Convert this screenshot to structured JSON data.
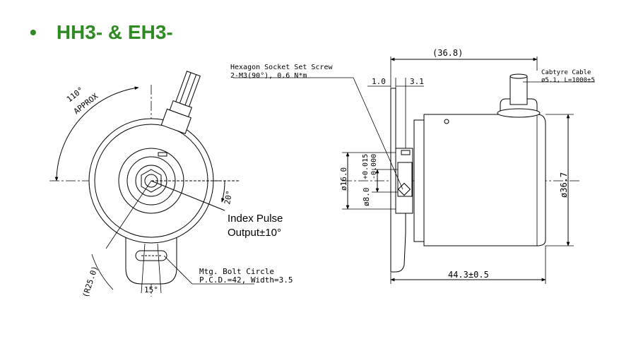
{
  "header": {
    "bullet": "•",
    "title": "HH3- & EH3-",
    "color": "#2e8b22"
  },
  "front_view": {
    "angle_label": "110°",
    "approx_label": "APPROX",
    "index_angle": "20°",
    "index_pulse_line1": "Index Pulse",
    "index_pulse_line2": "Output±10°",
    "radius_label": "(R25.0)",
    "slot_angle": "15°",
    "bolt_circle_line1": "Mtg. Bolt Circle",
    "bolt_circle_line2": "P.C.D.=42, Width=3.5"
  },
  "side_view": {
    "overall_length": "(36.8)",
    "set_screw_line1": "Hexagon Socket Set Screw",
    "set_screw_line2": "2-M3(90°), 0.6 N*m",
    "dim_flange": "1.0",
    "dim_offset": "3.1",
    "cable_line1": "Cabtyre Cable",
    "cable_line2": "ø5.1, L=1000±5",
    "dia_hub": "ø16.0",
    "dia_shaft": "ø8.0",
    "tol_upper": "+0.015",
    "tol_lower": "-0.000",
    "dia_body": "ø36.7",
    "body_length": "44.3±0.5"
  }
}
